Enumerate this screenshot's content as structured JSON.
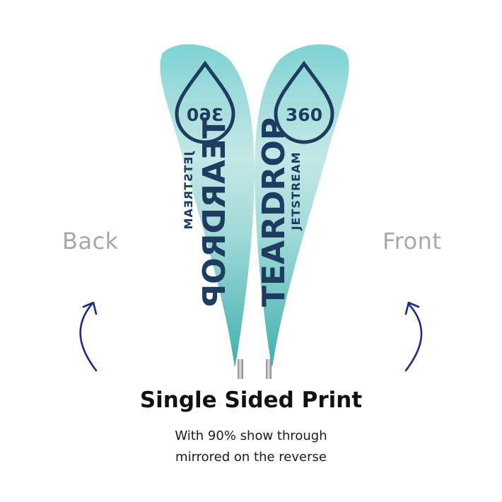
{
  "labels": {
    "back": "Back",
    "front": "Front"
  },
  "flag": {
    "brand_large": "TEARDROP",
    "brand_small": "JETSTREAM",
    "logo_number": "360"
  },
  "caption": {
    "headline": "Single Sided Print",
    "line1": "With 90% show through",
    "line2": "mirrored on the reverse"
  },
  "colors": {
    "flag_top": "#7fd3d2",
    "flag_mid": "#bfe6e4",
    "flag_bottom": "#45b3b0",
    "ink": "#1d3c60",
    "arrow": "#1a2a8c",
    "label_gray": "#a7a7a7"
  },
  "icons": [
    "curved-arrow-icon",
    "water-drop-icon"
  ]
}
